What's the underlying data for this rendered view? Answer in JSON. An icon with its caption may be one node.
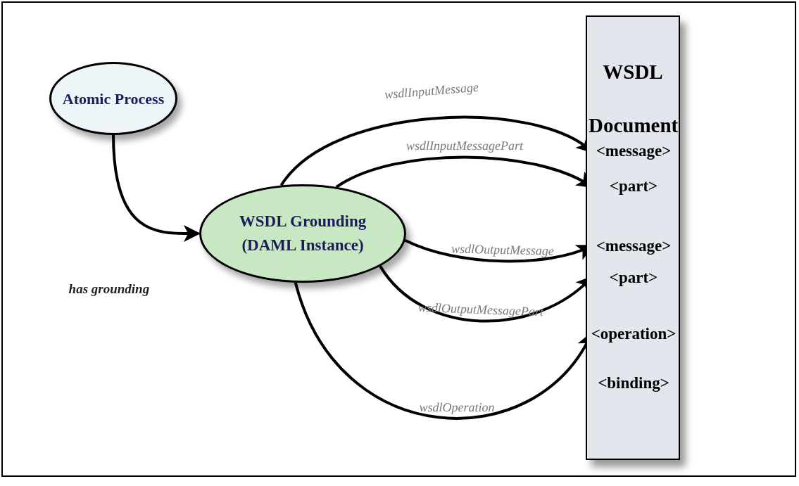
{
  "diagram": {
    "nodes": [
      {
        "text": [
          "Atomic Process"
        ]
      },
      {
        "text": [
          "WSDL Grounding (DAML Instance)"
        ]
      },
      {
        "text": [
          "WSDL Document"
        ]
      },
      {
        "text": [
          "<message>"
        ],
        "in": 2
      },
      {
        "text": [
          "<part>"
        ],
        "in": 2
      },
      {
        "text": [
          "<message>"
        ],
        "in": 2
      },
      {
        "text": [
          "<part>"
        ],
        "in": 2
      },
      {
        "text": [
          "<operation>"
        ],
        "in": 2
      },
      {
        "text": [
          "<binding>"
        ],
        "in": 2
      }
    ],
    "edges": [
      {
        "from": 0,
        "to": 1,
        "arrow": "to",
        "label": "has grounding"
      },
      {
        "from": 1,
        "to": 3,
        "arrow": "to",
        "label": "wsdlInputMessage"
      },
      {
        "from": 1,
        "to": 4,
        "arrow": "to",
        "label": "wsdlInputMessagePart"
      },
      {
        "from": 1,
        "to": 5,
        "arrow": "to",
        "label": "wsdlOutputMessage"
      },
      {
        "from": 1,
        "to": 6,
        "arrow": "to",
        "label": "wsdlOutputMessagePart"
      },
      {
        "from": 1,
        "to": 7,
        "arrow": "to",
        "label": "wsdlOperation"
      }
    ]
  }
}
